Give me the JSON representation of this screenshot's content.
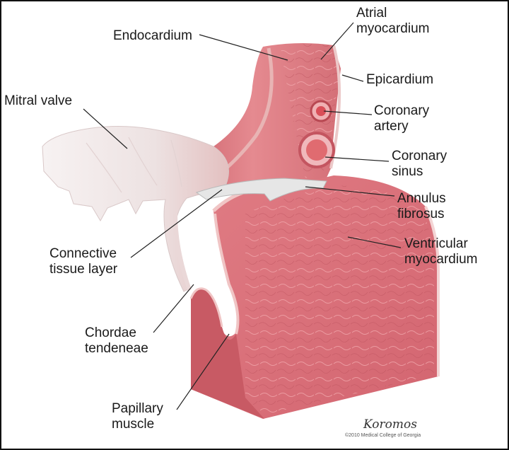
{
  "labels": {
    "endocardium": "Endocardium",
    "atrial_myocardium": [
      "Atrial",
      "myocardium"
    ],
    "epicardium": "Epicardium",
    "mitral_valve": "Mitral valve",
    "coronary_artery": [
      "Coronary",
      "artery"
    ],
    "coronary_sinus": [
      "Coronary",
      "sinus"
    ],
    "annulus_fibrosus": [
      "Annulus",
      "fibrosus"
    ],
    "ventricular_myocardium": [
      "Ventricular",
      "myocardium"
    ],
    "connective_tissue_layer": [
      "Connective",
      "tissue layer"
    ],
    "chordae_tendeneae": [
      "Chordae",
      "tendeneae"
    ],
    "papillary_muscle": [
      "Papillary",
      "muscle"
    ]
  },
  "credits": {
    "signature": "Koromos",
    "copyright": "©2010 Medical College of Georgia"
  },
  "colors": {
    "muscle": "#d9727a",
    "muscle_dark": "#c45560",
    "endocardium": "#e8b4b4",
    "valve": "#f2ecec",
    "annulus": "#e6e6e6",
    "vessel": "#e06b70"
  }
}
